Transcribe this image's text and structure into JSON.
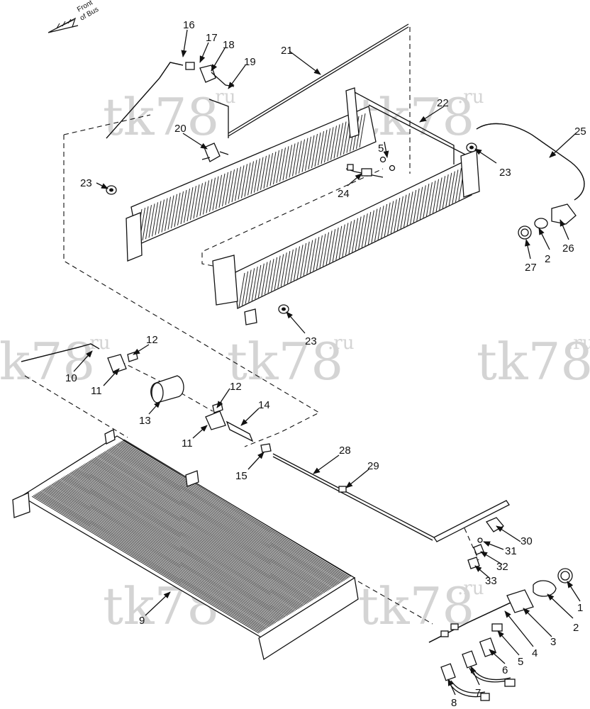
{
  "watermark": {
    "text": "tk78",
    "suffix": ".ru"
  },
  "orientation": {
    "line1": "Front",
    "line2": "of Bus"
  },
  "callouts": {
    "c1": "1",
    "c2a": "2",
    "c2b": "2",
    "c3": "3",
    "c4": "4",
    "c5a": "5",
    "c5b": "5",
    "c6": "6",
    "c7": "7",
    "c8": "8",
    "c9": "9",
    "c10": "10",
    "c11a": "11",
    "c11b": "11",
    "c12a": "12",
    "c12b": "12",
    "c13": "13",
    "c14": "14",
    "c15": "15",
    "c16": "16",
    "c17": "17",
    "c18": "18",
    "c19": "19",
    "c20": "20",
    "c21": "21",
    "c22": "22",
    "c23a": "23",
    "c23b": "23",
    "c23c": "23",
    "c24": "24",
    "c25": "25",
    "c26": "26",
    "c27": "27",
    "c28": "28",
    "c29": "29",
    "c30": "30",
    "c31": "31",
    "c32": "32",
    "c33": "33"
  }
}
